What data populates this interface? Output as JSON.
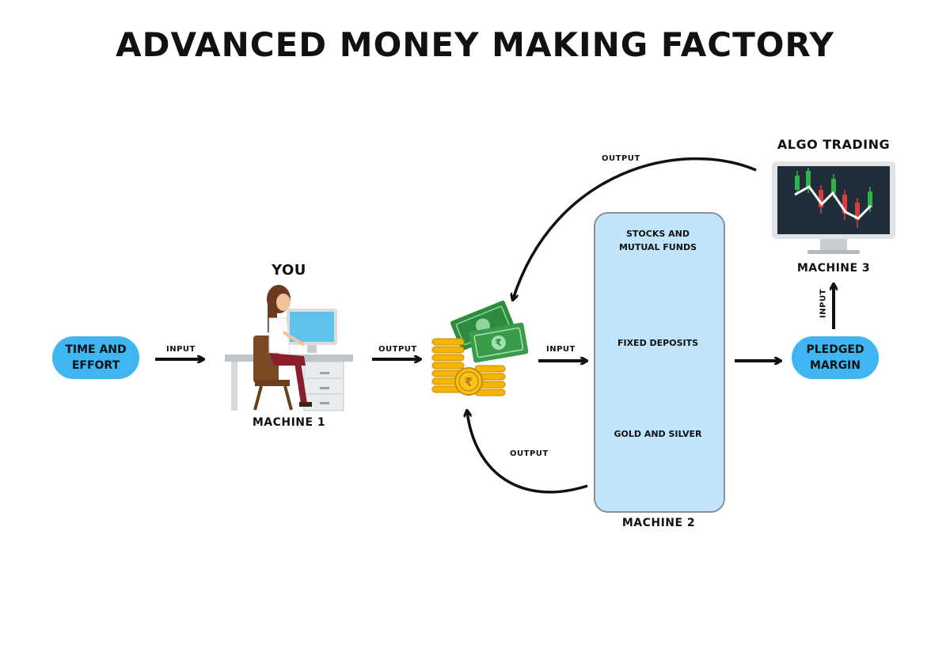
{
  "title": "ADVANCED MONEY MAKING FACTORY",
  "nodes": {
    "time_effort": "TIME AND EFFORT",
    "you": "YOU",
    "machine1": "MACHINE 1",
    "machine2": "MACHINE 2",
    "machine3": "MACHINE 3",
    "algo": "ALGO TRADING",
    "pledged": "PLEDGED MARGIN"
  },
  "assets": {
    "stocks": "STOCKS AND MUTUAL FUNDS",
    "fd": "FIXED DEPOSITS",
    "gold": "GOLD AND SILVER"
  },
  "edges": {
    "input1": "INPUT",
    "output1": "OUTPUT",
    "input2": "INPUT",
    "input3": "INPUT",
    "output_m2": "OUTPUT",
    "output_m3": "OUTPUT"
  },
  "colors": {
    "pill": "#3fb6f2",
    "panel": "#bfe4fb",
    "gold": "#f5b400",
    "cash": "#2e8b3e"
  }
}
